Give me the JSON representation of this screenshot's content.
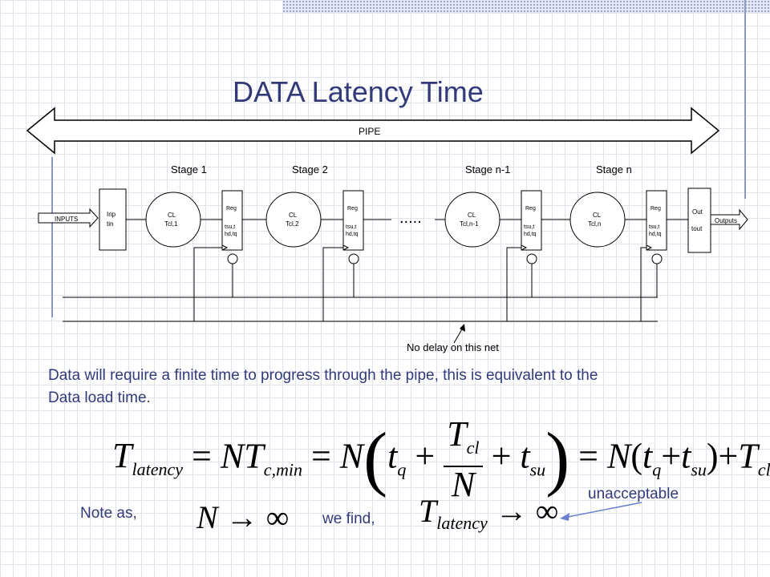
{
  "title": "DATA  Latency Time",
  "diagram": {
    "pipe_label": "PIPE",
    "stages": [
      "Stage 1",
      "Stage 2",
      "Stage n-1",
      "Stage n"
    ],
    "inputs_label": "INPUTS",
    "outputs_label": "Outputs",
    "input_block": [
      "Inp",
      "tin"
    ],
    "output_block": [
      "Out",
      "tout"
    ],
    "cl_blocks": [
      {
        "line1": "CL",
        "line2": "Tcl,1"
      },
      {
        "line1": "CL",
        "line2": "Tcl,2"
      },
      {
        "line1": "CL",
        "line2": "Tcl,n-1"
      },
      {
        "line1": "CL",
        "line2": "Tcl,n"
      }
    ],
    "reg_label": "Reg",
    "reg_line2": "tsu,t",
    "reg_line3": "hd,tq",
    "ellipsis": ".....",
    "no_delay_label": "No delay on this net"
  },
  "body_text": "Data will require a finite time to progress through the pipe, this is equivalent to the Data load time.",
  "note_as": "Note as,",
  "we_find": "we find,",
  "unacceptable": "unacceptable",
  "equation": {
    "T": "T",
    "latency_sub": "latency",
    "eq": "=",
    "N": "N",
    "c_min_sub": "c,min",
    "t": "t",
    "q_sub": "q",
    "cl_sub": "cl",
    "su_sub": "su",
    "plus": "+",
    "arrow": "→",
    "infinity": "∞"
  }
}
